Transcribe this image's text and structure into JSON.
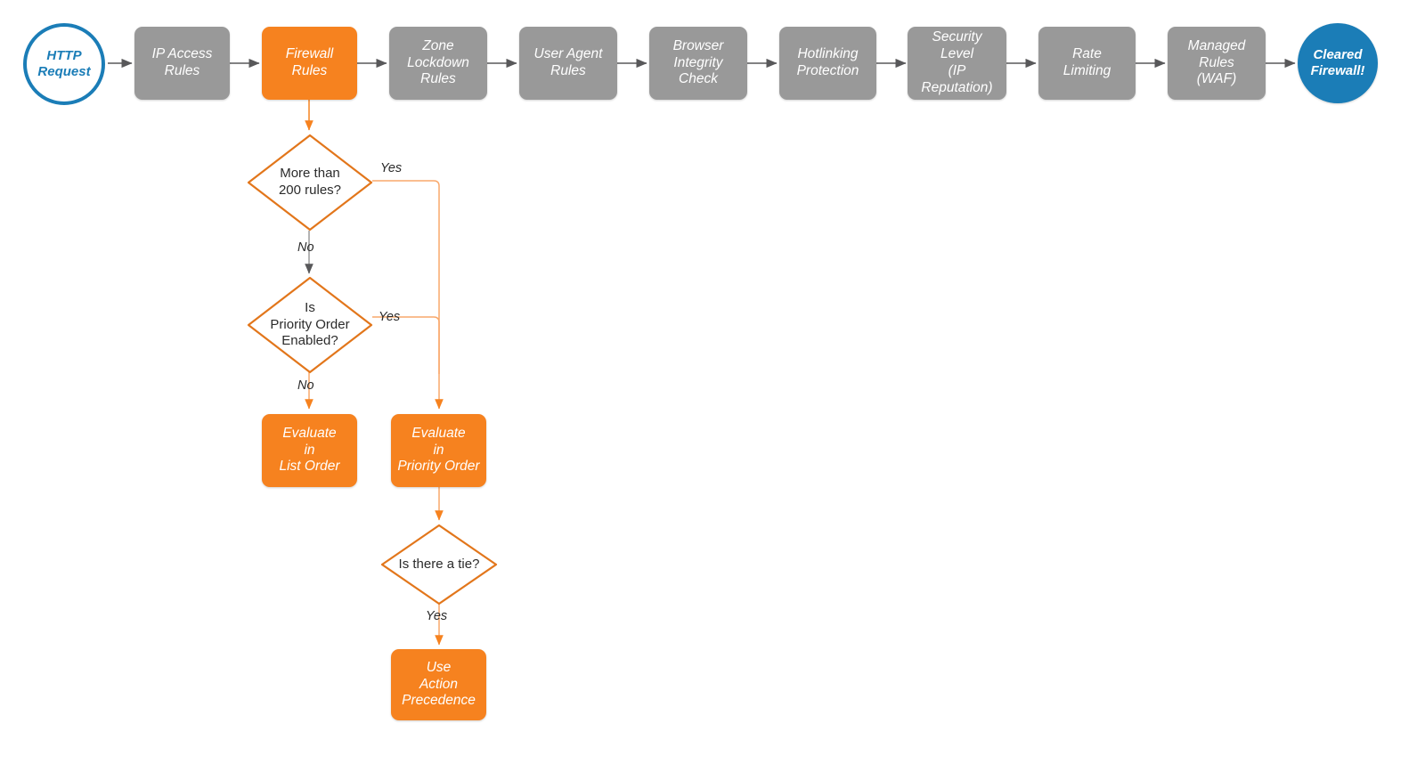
{
  "diagram": {
    "title": "Cloudflare Firewall Rules Evaluation Order",
    "colors": {
      "gray": "#999999",
      "orange": "#f6821f",
      "blue": "#1b7db7",
      "arrow_gray": "#58585a",
      "arrow_orange": "#f6821f",
      "edge_light_orange": "#f9a86b",
      "text_dark": "#2b2b2b",
      "background": "#ffffff"
    }
  },
  "pipeline": {
    "start": {
      "label": "HTTP Request",
      "lines": [
        "HTTP",
        "Request"
      ],
      "shape": "circle",
      "color": "blue-outline"
    },
    "steps": [
      {
        "id": "ip-access-rules",
        "lines": [
          "IP Access",
          "Rules"
        ],
        "color": "gray"
      },
      {
        "id": "firewall-rules",
        "lines": [
          "Firewall",
          "Rules"
        ],
        "color": "orange"
      },
      {
        "id": "zone-lockdown-rules",
        "lines": [
          "Zone",
          "Lockdown",
          "Rules"
        ],
        "color": "gray"
      },
      {
        "id": "user-agent-rules",
        "lines": [
          "User Agent",
          "Rules"
        ],
        "color": "gray"
      },
      {
        "id": "browser-integrity",
        "lines": [
          "Browser",
          "Integrity",
          "Check"
        ],
        "color": "gray"
      },
      {
        "id": "hotlinking",
        "lines": [
          "Hotlinking",
          "Protection"
        ],
        "color": "gray"
      },
      {
        "id": "security-level",
        "lines": [
          "Security",
          "Level",
          "(IP Reputation)"
        ],
        "color": "gray"
      },
      {
        "id": "rate-limiting",
        "lines": [
          "Rate",
          "Limiting"
        ],
        "color": "gray"
      },
      {
        "id": "managed-rules",
        "lines": [
          "Managed",
          "Rules",
          "(WAF)"
        ],
        "color": "gray"
      }
    ],
    "end": {
      "label": "Cleared Firewall!",
      "lines": [
        "Cleared",
        "Firewall!"
      ],
      "shape": "circle",
      "color": "blue-filled"
    }
  },
  "branch": {
    "decisions": [
      {
        "id": "more-than-200-rules",
        "lines": [
          "More than",
          "200 rules?"
        ]
      },
      {
        "id": "is-priority-order",
        "lines": [
          "Is",
          "Priority Order",
          "Enabled?"
        ]
      },
      {
        "id": "is-there-a-tie",
        "lines": [
          "Is there a tie?"
        ]
      }
    ],
    "outcomes": [
      {
        "id": "evaluate-list-order",
        "lines": [
          "Evaluate",
          "in",
          "List Order"
        ]
      },
      {
        "id": "evaluate-priority-order",
        "lines": [
          "Evaluate",
          "in",
          "Priority Order"
        ]
      },
      {
        "id": "use-action-precedence",
        "lines": [
          "Use",
          "Action",
          "Precedence"
        ]
      }
    ],
    "labels": {
      "yes_200": "Yes",
      "no_200": "No",
      "yes_priority": "Yes",
      "no_priority": "No",
      "yes_tie": "Yes"
    }
  }
}
